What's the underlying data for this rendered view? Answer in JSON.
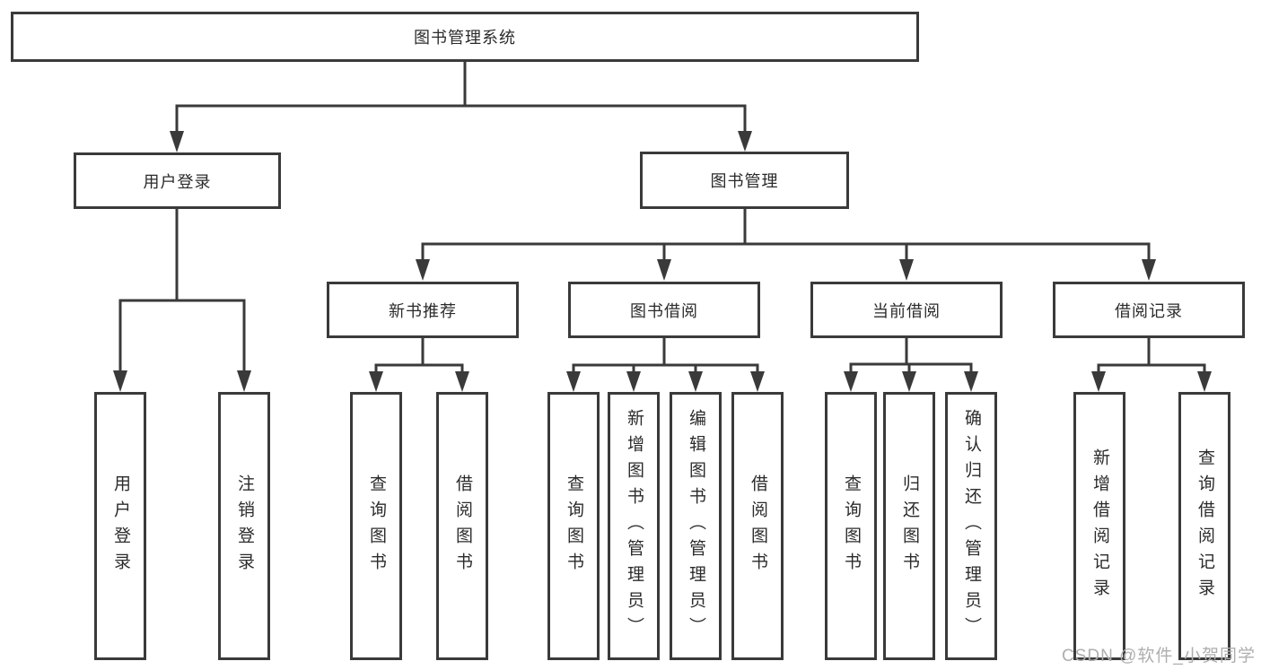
{
  "diagram": {
    "root": {
      "label": "图书管理系统"
    },
    "branches": [
      {
        "label": "用户登录",
        "children": [
          {
            "label": "用户登录"
          },
          {
            "label": "注销登录"
          }
        ]
      },
      {
        "label": "图书管理",
        "children": [
          {
            "label": "新书推荐",
            "children": [
              {
                "label": "查询图书"
              },
              {
                "label": "借阅图书"
              }
            ]
          },
          {
            "label": "图书借阅",
            "children": [
              {
                "label": "查询图书"
              },
              {
                "label": "新增图书（管理员）"
              },
              {
                "label": "编辑图书（管理员）"
              },
              {
                "label": "借阅图书"
              }
            ]
          },
          {
            "label": "当前借阅",
            "children": [
              {
                "label": "查询图书"
              },
              {
                "label": "归还图书"
              },
              {
                "label": "确认归还（管理员）"
              }
            ]
          },
          {
            "label": "借阅记录",
            "children": [
              {
                "label": "新增借阅记录"
              },
              {
                "label": "查询借阅记录"
              }
            ]
          }
        ]
      }
    ]
  },
  "watermark": {
    "text": "CSDN @软件_小贺同学"
  },
  "colors": {
    "line": "#3a3a3a",
    "text": "#2b2b2b",
    "watermark": "#aeaeae",
    "background": "#ffffff"
  }
}
